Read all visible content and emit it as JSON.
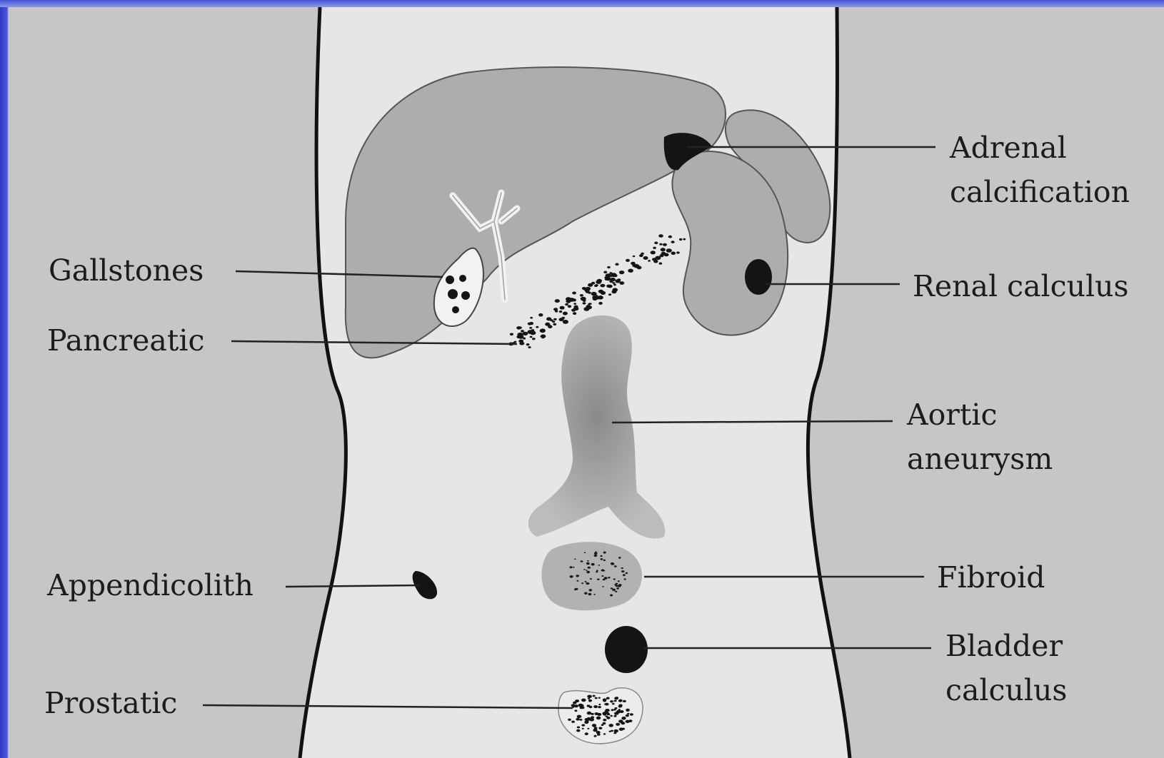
{
  "labels": {
    "gallstones": "Gallstones",
    "pancreatic": "Pancreatic",
    "appendicolith": "Appendicolith",
    "prostatic": "Prostatic",
    "adrenal_line1": "Adrenal",
    "adrenal_line2": "calcification",
    "renal": "Renal calculus",
    "aortic_line1": "Aortic",
    "aortic_line2": "aneurysm",
    "fibroid": "Fibroid",
    "bladder_line1": "Bladder",
    "bladder_line2": "calculus"
  },
  "colors": {
    "background": "#c6c6c6",
    "body_fill": "#e6e6e6",
    "organ_fill": "#adadad",
    "calcification": "#141414",
    "slide_border": "#3a46c8"
  }
}
